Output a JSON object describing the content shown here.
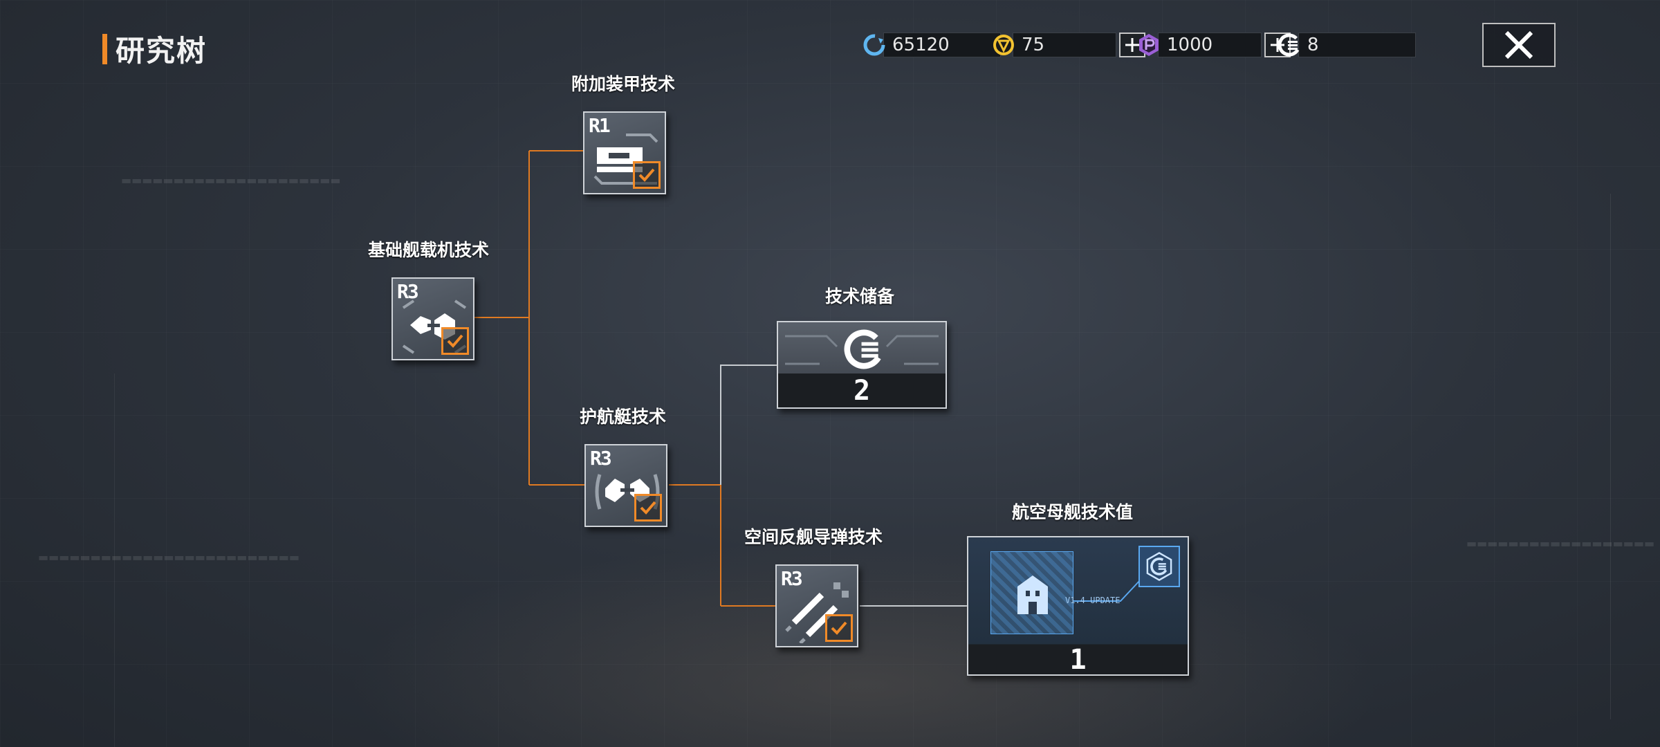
{
  "header": {
    "title": "研究树"
  },
  "resources": [
    {
      "icon": "refresh-coin-icon",
      "value": "65120"
    },
    {
      "icon": "v-token-icon",
      "value": "75"
    },
    {
      "icon": "p-coin-icon",
      "value": "1000"
    },
    {
      "icon": "tech-point-icon",
      "value": "8"
    }
  ],
  "tree": {
    "base": {
      "label": "基础舰载机技术",
      "rank": "R3",
      "icon": "carrier-plane-icon",
      "done": true
    },
    "armor": {
      "label": "附加装甲技术",
      "rank": "R1",
      "icon": "armor-plate-icon",
      "done": true
    },
    "escort": {
      "label": "护航艇技术",
      "rank": "R3",
      "icon": "escort-boat-icon",
      "done": true
    },
    "missile": {
      "label": "空间反舰导弹技术",
      "rank": "R3",
      "icon": "missile-icon",
      "done": true
    },
    "reserve": {
      "label": "技术储备",
      "value": "2",
      "icon": "tech-point-icon"
    },
    "carrier": {
      "label": "航空母舰技术值",
      "value": "1",
      "icon": "carrier-blueprint-icon",
      "update_text": "V1.4 UPDATE"
    }
  },
  "colors": {
    "accent": "#f08a28",
    "line_orange": "#e07a22",
    "line_gray": "#c8ccd0"
  }
}
